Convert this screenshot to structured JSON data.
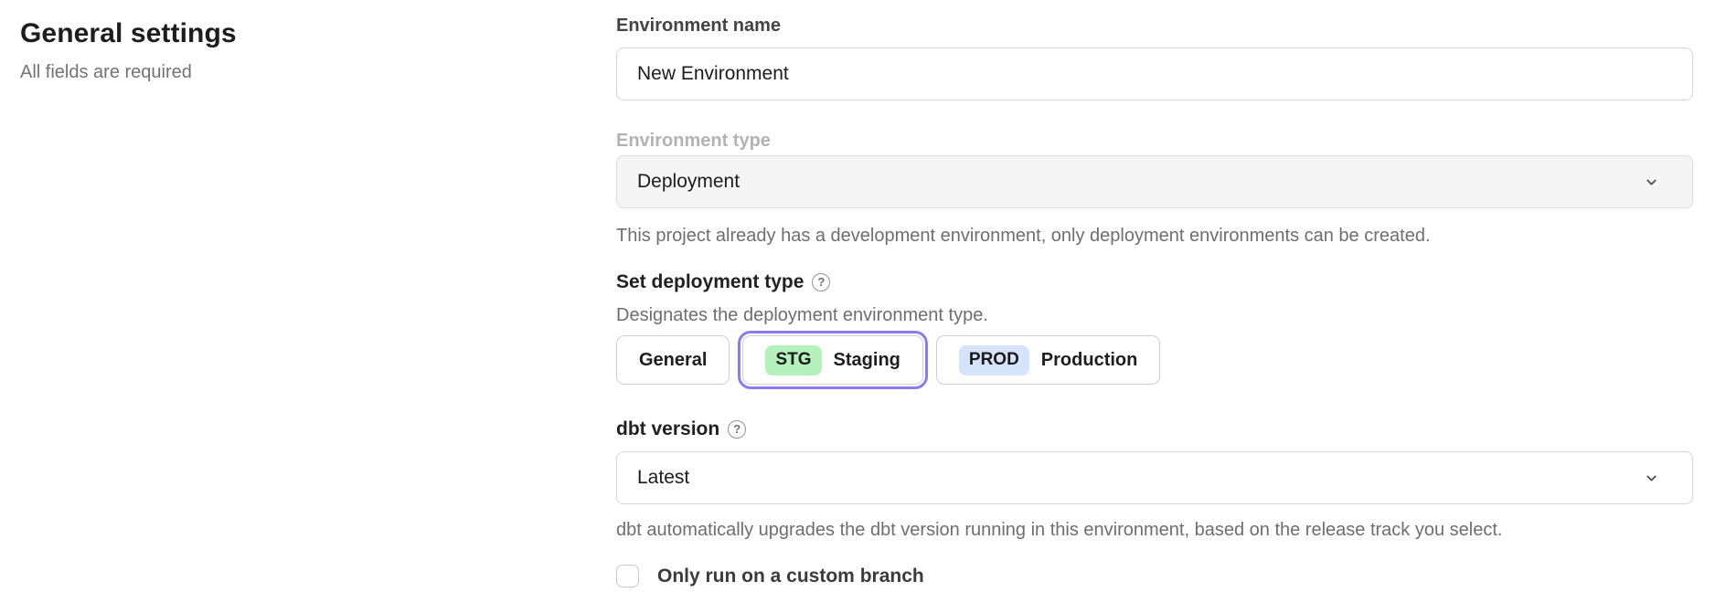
{
  "page": {
    "title": "General settings",
    "subtitle": "All fields are required"
  },
  "form": {
    "environment_name": {
      "label": "Environment name",
      "value": "New Environment"
    },
    "environment_type": {
      "label": "Environment type",
      "value": "Deployment",
      "disabled": true,
      "helper": "This project already has a development environment, only deployment environments can be created."
    },
    "deployment_type": {
      "label": "Set deployment type",
      "helper": "Designates the deployment environment type.",
      "options": [
        {
          "badge": "",
          "label": "General",
          "selected": false
        },
        {
          "badge": "STG",
          "label": "Staging",
          "selected": true,
          "badge_color": "#b4f1bd"
        },
        {
          "badge": "PROD",
          "label": "Production",
          "selected": false,
          "badge_color": "#d5e4fb"
        }
      ]
    },
    "dbt_version": {
      "label": "dbt version",
      "value": "Latest",
      "helper": "dbt automatically upgrades the dbt version running in this environment, based on the release track you select."
    },
    "custom_branch": {
      "label": "Only run on a custom branch",
      "checked": false
    }
  },
  "icons": {
    "help_glyph": "?",
    "help": "help-icon",
    "chevron": "chevron-down-icon"
  },
  "colors": {
    "accent": "#8a7cf0",
    "staging_badge": "#b4f1bd",
    "production_badge": "#d5e4fb",
    "disabled_field_bg": "#f5f5f5"
  }
}
